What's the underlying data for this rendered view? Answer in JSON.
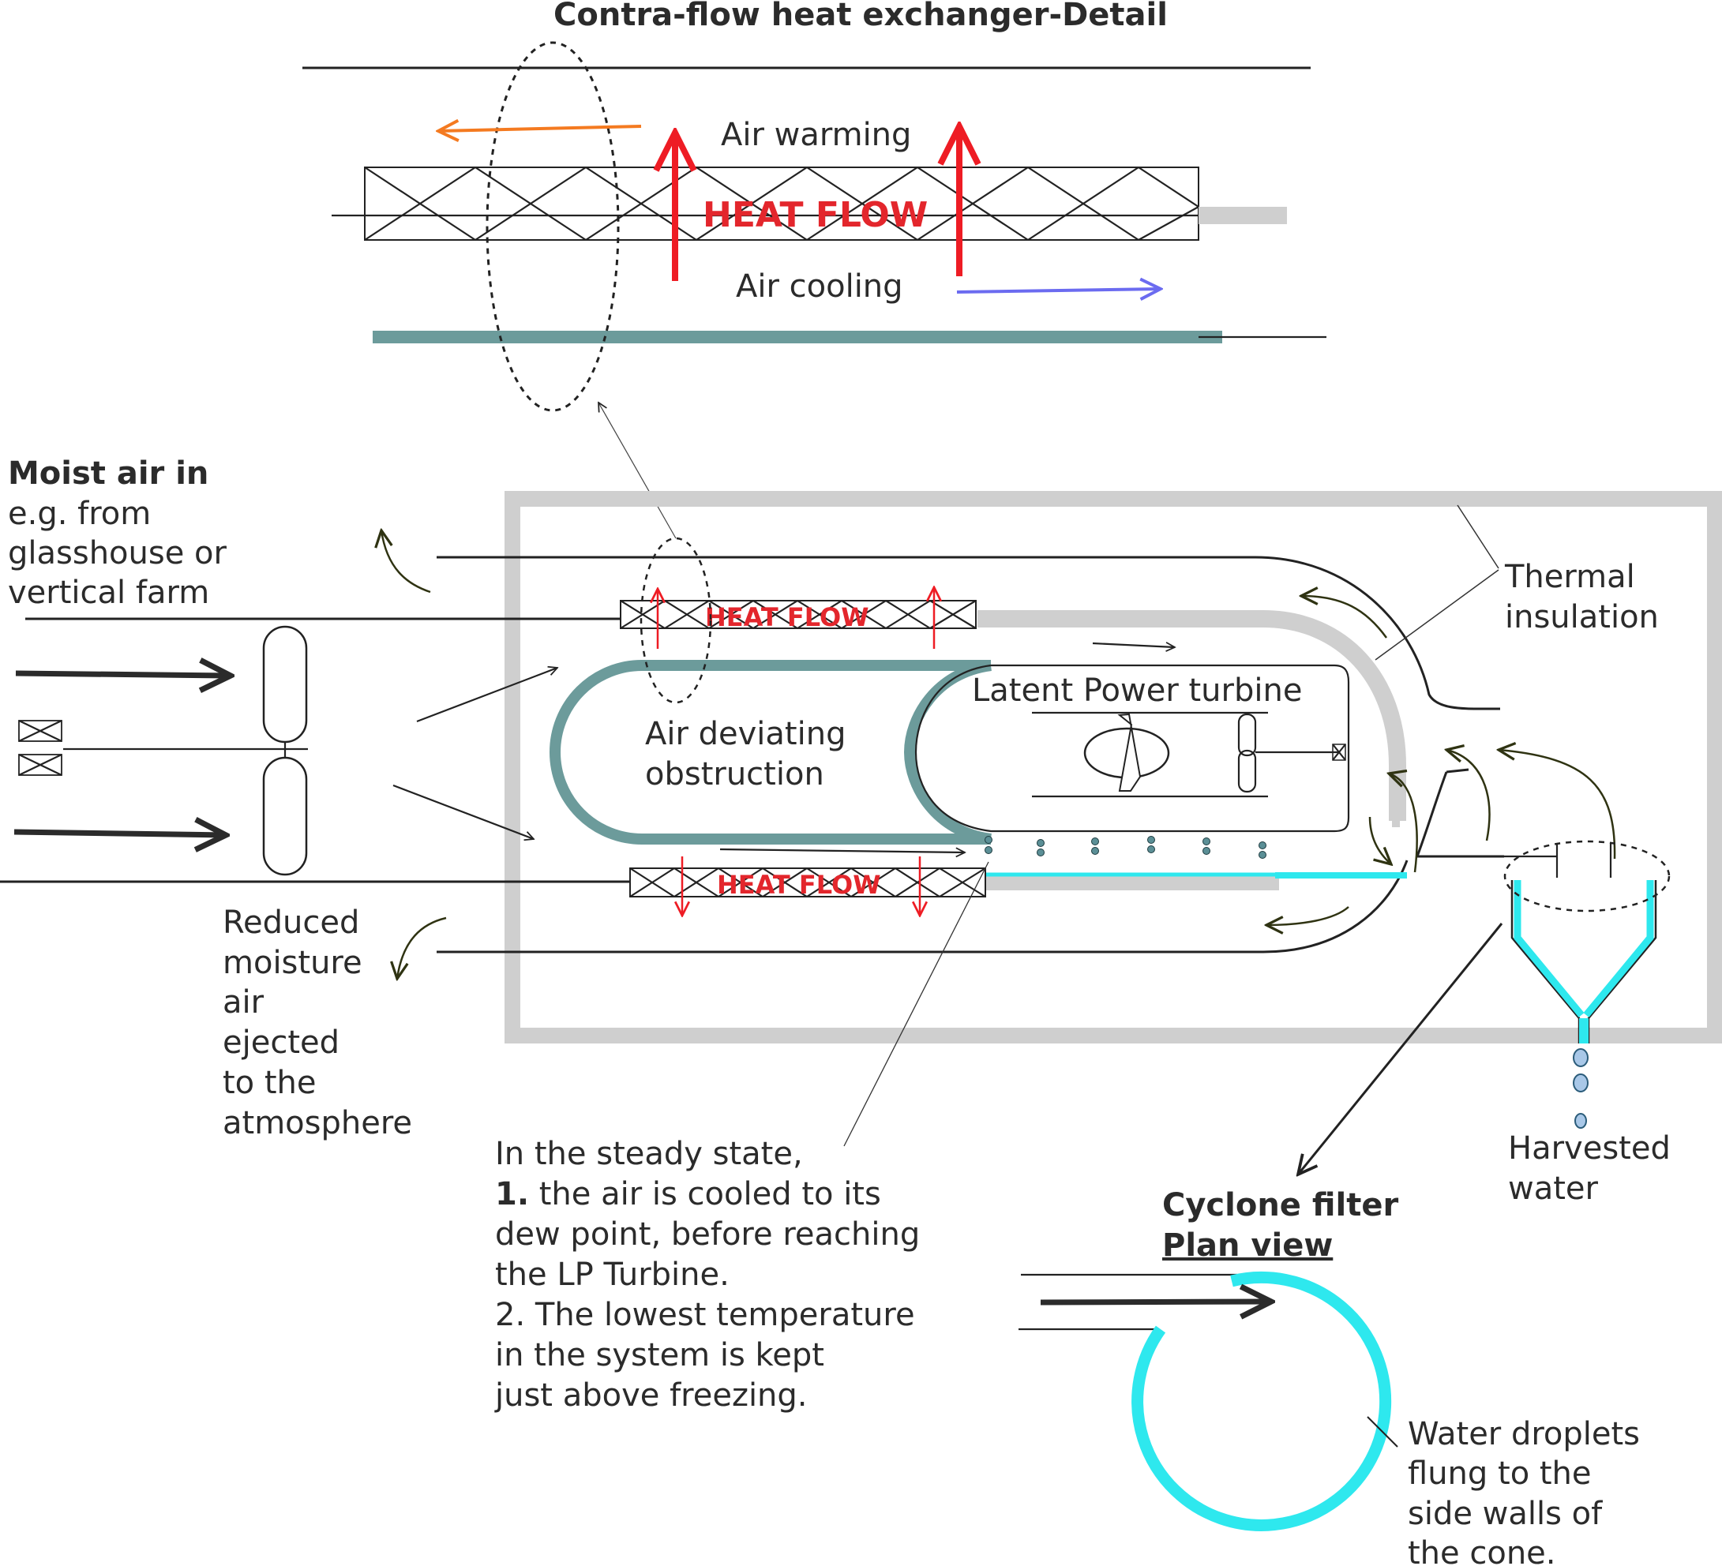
{
  "title": "Contra-flow heat exchanger-Detail",
  "detail": {
    "air_warming": "Air warming",
    "heat_flow": "HEAT FLOW",
    "air_cooling": "Air cooling"
  },
  "inlet": {
    "heading": "Moist air in",
    "lines": [
      "e.g. from",
      "glasshouse or",
      "vertical farm"
    ]
  },
  "outlet": {
    "lines": [
      "Reduced",
      "moisture",
      "air",
      "ejected",
      "to the",
      "atmosphere"
    ]
  },
  "main": {
    "heat_flow_top": "HEAT FLOW",
    "heat_flow_bottom": "HEAT FLOW",
    "obstruction_lines": [
      "Air deviating",
      "obstruction"
    ],
    "turbine_label": "Latent Power turbine",
    "insulation_lines": [
      "Thermal",
      "insulation"
    ],
    "harvested_lines": [
      "Harvested",
      "water"
    ]
  },
  "steady_state": {
    "line1": "In the steady state,",
    "line2_num": "1.",
    "line2_rest": " the air is cooled to its",
    "line3": "dew point, before reaching",
    "line4": "the LP Turbine.",
    "line5": "2. The lowest temperature",
    "line6": "in the system is kept",
    "line7": "just above freezing."
  },
  "cyclone": {
    "title": "Cyclone filter",
    "subtitle": "Plan view",
    "note_lines": [
      "Water droplets",
      "flung to the",
      "side walls of",
      "the cone."
    ]
  },
  "colors": {
    "heat": "#ee1c24",
    "warm_arrow": "#f47a20",
    "cool_arrow": "#6b6bf0",
    "teal": "#6c9b9b",
    "cyan": "#2ee8ee",
    "insulation": "#cfcfcf",
    "olive": "#2f3312"
  }
}
